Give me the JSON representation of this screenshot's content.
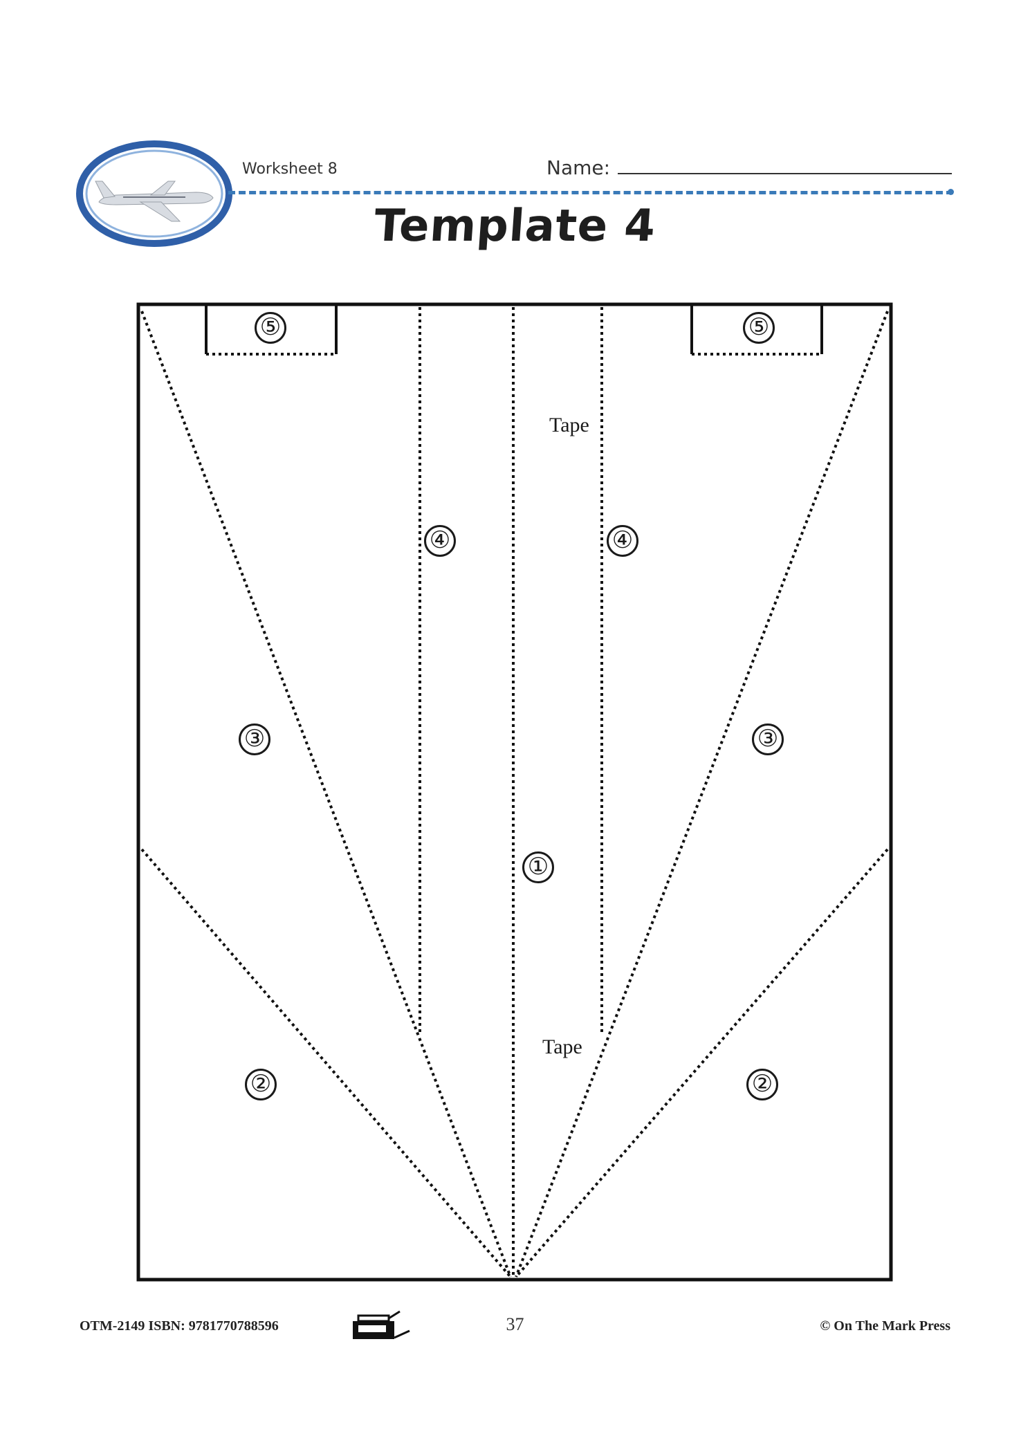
{
  "header": {
    "worksheet_label": "Worksheet 8",
    "name_label": "Name:",
    "accent_color": "#3a7ab8",
    "logo_icon": "airplane-icon"
  },
  "title": "Template 4",
  "template": {
    "fold_markers": [
      "⑤",
      "⑤",
      "④",
      "④",
      "③",
      "③",
      "①",
      "②",
      "②"
    ],
    "tape_labels": [
      "Tape",
      "Tape"
    ]
  },
  "footer": {
    "left": "OTM-2149  ISBN: 9781770788596",
    "page_number": "37",
    "right": "© On The Mark Press",
    "copier_icon": "photocopier-icon"
  }
}
